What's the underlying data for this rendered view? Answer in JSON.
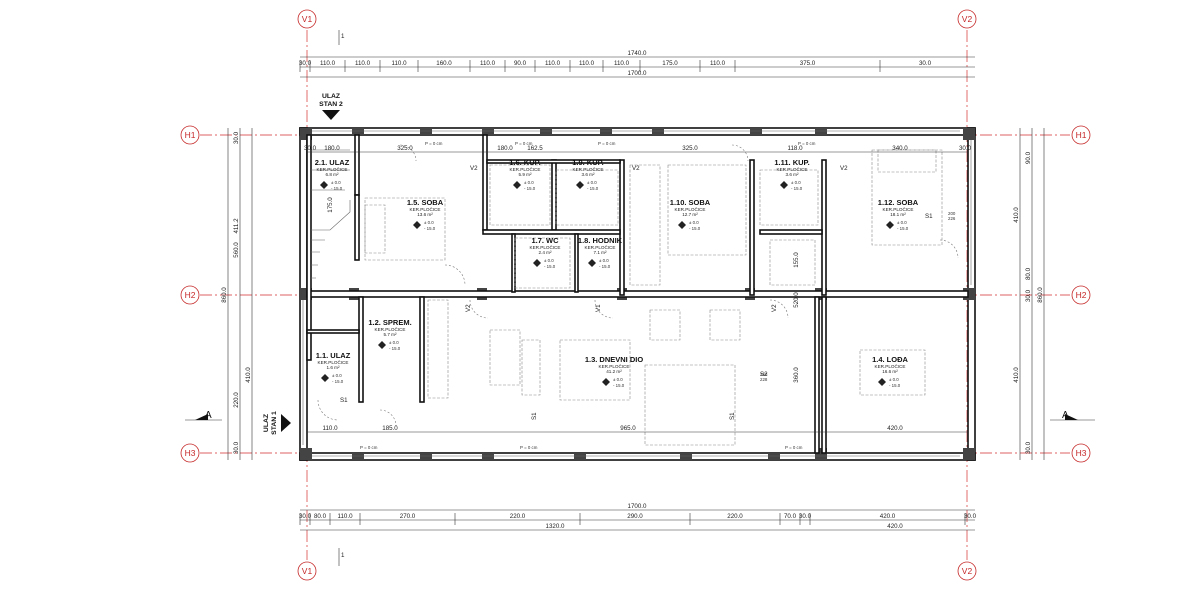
{
  "axes": {
    "vertical": [
      "V1",
      "V2"
    ],
    "horizontal": [
      "H1",
      "H2",
      "H3"
    ]
  },
  "dims_top": {
    "overall": "1740.0",
    "overall2": "1700.0",
    "segments": [
      "30.0",
      "110.0",
      "110.0",
      "110.0",
      "160.0",
      "110.0",
      "90.0",
      "110.0",
      "110.0",
      "110.0",
      "175.0",
      "110.0",
      "375.0",
      "30.0"
    ]
  },
  "dims_bottom": {
    "overall": "1700.0",
    "segments": [
      "30.0",
      "80.0",
      "110.0",
      "270.0",
      "220.0",
      "290.0",
      "220.0",
      "70.0",
      "30.0",
      "420.0",
      "30.0"
    ],
    "sub1": "1320.0",
    "sub2": "420.0"
  },
  "dims_left": [
    "411.2",
    "560.0",
    "860.0",
    "410.0",
    "220.0",
    "30.0",
    "30.0"
  ],
  "dims_right": [
    "90.0",
    "410.0",
    "860.0",
    "80.0",
    "30.0",
    "410.0",
    "30.0"
  ],
  "entrances": {
    "top": "ULAZ\nSTAN 2",
    "top_l1": "ULAZ",
    "top_l2": "STAN 2",
    "side_l1": "ULAZ",
    "side_l2": "STAN 1"
  },
  "section_mark": "A",
  "section_line_marks": [
    "1",
    "1"
  ],
  "rooms": [
    {
      "id": "2.1",
      "name": "2.1. ULAZ",
      "floor": "KER.PLOČICE",
      "area": "6.8 m²"
    },
    {
      "id": "1.5",
      "name": "1.5. SOBA",
      "floor": "KER.PLOČICE",
      "area": "13.6 m²"
    },
    {
      "id": "1.6",
      "name": "1.6. KUP.",
      "floor": "KER.PLOČICE",
      "area": "5.9 m²"
    },
    {
      "id": "1.9",
      "name": "1.9. KUP.",
      "floor": "KER.PLOČICE",
      "area": "3.6 m²"
    },
    {
      "id": "1.10",
      "name": "1.10. SOBA",
      "floor": "KER.PLOČICE",
      "area": "12.7 m²"
    },
    {
      "id": "1.11",
      "name": "1.11. KUP.",
      "floor": "KER.PLOČICE",
      "area": "3.6 m²"
    },
    {
      "id": "1.12",
      "name": "1.12. SOBA",
      "floor": "KER.PLOČICE",
      "area": "18.1 m²"
    },
    {
      "id": "1.7",
      "name": "1.7. WC",
      "floor": "KER.PLOČICE",
      "area": "2.4 m²"
    },
    {
      "id": "1.8",
      "name": "1.8. HODNIK",
      "floor": "KER.PLOČICE",
      "area": "7.1 m²"
    },
    {
      "id": "1.2",
      "name": "1.2. SPREM.",
      "floor": "KER.PLOČICE",
      "area": "5.7 m²"
    },
    {
      "id": "1.3",
      "name": "1.3. DNEVNI DIO",
      "floor": "KER.PLOČICE",
      "area": "41.2 m²"
    },
    {
      "id": "1.4",
      "name": "1.4. LOĐA",
      "floor": "KER.PLOČICE",
      "area": "16.6 m²"
    },
    {
      "id": "1.1",
      "name": "1.1. ULAZ",
      "floor": "KER.PLOČICE",
      "area": "1.6 m²"
    }
  ],
  "levels": {
    "a": "± 0.0",
    "b": "- 15.0"
  },
  "floor_marks": {
    "p0": "P = 0 cm"
  },
  "inner_dims": {
    "d110": "110.0",
    "d185": "185.0",
    "d965": "965.0",
    "d420": "420.0",
    "d340": "340.0",
    "d1625": "162.5",
    "d1800": "180.0",
    "d325": "325.0",
    "d1180": "118.0",
    "d1850": "185.0",
    "d800": "80.0",
    "d155": "155.0",
    "d360": "360.0",
    "d5200": "520.0",
    "d1750": "175.0",
    "d200": "200",
    "d226": "226",
    "d360b": "360",
    "d228": "228",
    "d300": "30.0",
    "d300b": "30.0"
  },
  "labels": {
    "s1": "S1",
    "s2": "S2",
    "v1": "V1",
    "v2": "V2"
  },
  "colors": {
    "axis": "#d32f2f",
    "wall": "#111111",
    "dim": "#333333"
  }
}
